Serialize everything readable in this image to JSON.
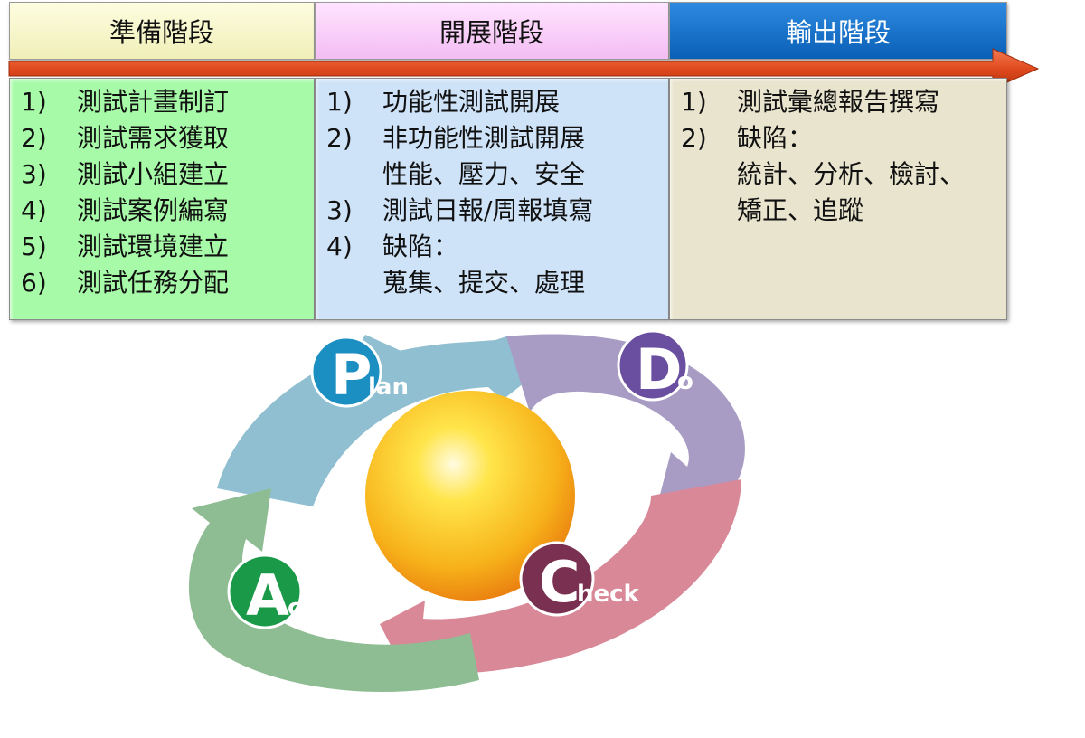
{
  "phases": [
    {
      "title": "準備階段",
      "items": [
        {
          "num": "1)",
          "text": "測試計畫制訂"
        },
        {
          "num": "2)",
          "text": "測試需求獲取"
        },
        {
          "num": "3)",
          "text": "測試小組建立"
        },
        {
          "num": "4)",
          "text": "測試案例編寫"
        },
        {
          "num": "5)",
          "text": "測試環境建立"
        },
        {
          "num": "6)",
          "text": "測試任務分配"
        }
      ]
    },
    {
      "title": "開展階段",
      "items": [
        {
          "num": "1)",
          "text": "功能性測試開展"
        },
        {
          "num": "2)",
          "text": "非功能性測試開展",
          "cont": "性能、壓力、安全"
        },
        {
          "num": "3)",
          "text": "測試日報/周報填寫"
        },
        {
          "num": "4)",
          "text": "缺陷：",
          "cont": "蒐集、提交、處理"
        }
      ]
    },
    {
      "title": "輸出階段",
      "items": [
        {
          "num": "1)",
          "text": "測試彙總報告撰寫"
        },
        {
          "num": "2)",
          "text": "缺陷：",
          "cont": "統計、分析、檢討、",
          "cont2": "矯正、追蹤"
        }
      ]
    }
  ],
  "pdca": {
    "plan": {
      "initial": "P",
      "rest": "lan"
    },
    "do": {
      "initial": "D",
      "rest": "o"
    },
    "check": {
      "initial": "C",
      "rest": "heck"
    },
    "act": {
      "initial": "A",
      "rest": "ct"
    }
  },
  "colors": {
    "plan": "#8fbfd0",
    "do": "#a89cc4",
    "check": "#d98898",
    "act": "#8fbd93",
    "plan_badge": "#1b8fc2",
    "do_badge": "#6a4ea0",
    "check_badge": "#7a3050",
    "act_badge": "#1a9a48",
    "timeline_arrow": "#e04a1e"
  }
}
